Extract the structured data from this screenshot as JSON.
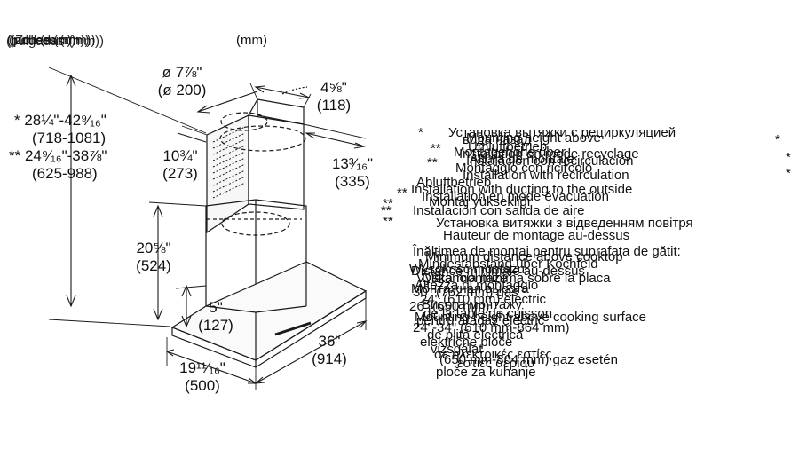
{
  "header": {
    "units_label": "(mm)",
    "overlap_layers": [
      "(inches (mm))",
      "(pouces (mm))",
      "(pulgadas (mm))",
      "(Zoll (mm))"
    ]
  },
  "dimensions": {
    "chimney_diameter": {
      "imperial": "ø 7⅞\"",
      "metric": "(ø 200)"
    },
    "chimney_depth": {
      "imperial": "4⅝\"",
      "metric": "(118)"
    },
    "chimney_width": {
      "imperial": "10¾\"",
      "metric": "(273)"
    },
    "chimney_side": {
      "imperial": "13³⁄₁₆\"",
      "metric": "(335)"
    },
    "height_recirc": {
      "imperial": "* 28¼\"-42⁹⁄₁₆\"",
      "metric": "(718-1081)"
    },
    "height_vented": {
      "imperial": "** 24⁹⁄₁₆\"-38⅞\"",
      "metric": "(625-988)"
    },
    "lower_chimney": {
      "imperial": "20⅝\"",
      "metric": "(524)"
    },
    "canopy_height": {
      "imperial": "5\"",
      "metric": "(127)"
    },
    "hood_width": {
      "imperial": "36\"",
      "metric": "(914)"
    },
    "hood_depth": {
      "imperial": "19¹¹⁄₁₆\"",
      "metric": "(500)"
    }
  },
  "notes": {
    "primary": [
      {
        "mark": "*",
        "text": "Установка вытяжки с рециркуляцией"
      },
      {
        "mark": "**",
        "text": "Installation with ducting to the outside"
      },
      {
        "mark": "**",
        "text": "Установка витяжки з відведенням повітря"
      },
      {
        "mark": "",
        "text": "Hauteur de montage au-dessus"
      },
      {
        "mark": "",
        "text": "Înălțimea de montaj pentru suprafața de gătit:"
      },
      {
        "mark": "",
        "text": "(650 mm-864 mm) gaz esetén"
      },
      {
        "mark": "",
        "text": "ploče za kuhanje"
      }
    ],
    "overlap": [
      "вода назад",
      "Umluftbetrieb",
      "Installation en mode recyclage",
      "Instalación con recirculación",
      "Montaggio con ricircolo",
      "Installation with recirculation",
      "Abluftbetrieb",
      "Installation en mode évacuation",
      "Instalación con salida de aire",
      "Minimum distance above cooktop",
      "Mindestabstand über Kochfeld",
      "Distance minimale au-dessus",
      "Distancia mínima sobre la placa",
      "Altezza di montaggio",
      "30\" (762 mm) gas",
      "24\" (610 mm) electric",
      "26\" (650 mm)",
      "de la table de cuisson",
      "pentru aragaz electric",
      "24\"-34\" (610 mm-864 mm)",
      "de plită electrică",
      "električne ploče",
      "vizsgálat",
      "σε ηλεκτρικές εστίες",
      "εστίες αερίου",
      "Mounting height above",
      "Montagehöhe über",
      "Altura de montaje",
      "Montaj yüksekliği",
      "Wysokość montażu",
      "Výška montáže",
      "Монтажная высота",
      "Висота монтажу",
      "Mounting height above cooking surface"
    ]
  }
}
